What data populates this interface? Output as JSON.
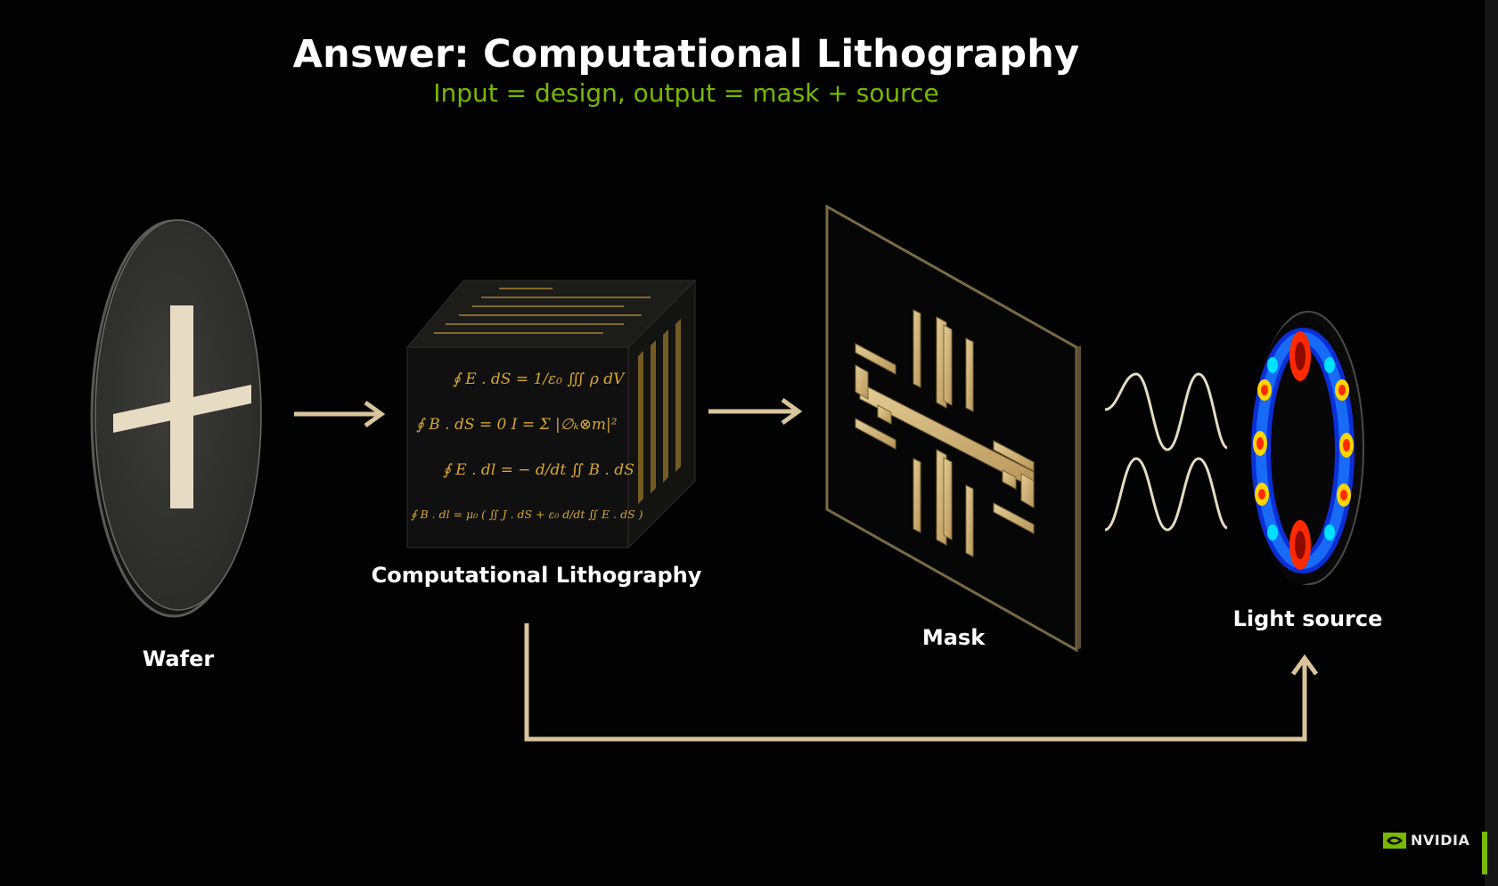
{
  "slide": {
    "title": "Answer: Computational Lithography",
    "subtitle": "Input = design, output = mask + source"
  },
  "nodes": {
    "wafer": "Wafer",
    "cube": "Computational Lithography",
    "mask": "Mask",
    "source": "Light source"
  },
  "cube_equations": [
    "∮ E . dS = 1/ε₀ ∭ ρ dV",
    "∮ B . dS = 0    I = Σ |∅ₖ⊗m|²",
    "∮ E . dl = − d/dt ∬ B . dS",
    "∮ B . dl = μ₀ ( ∬ J . dS + ε₀ d/dt ∬ E . dS )"
  ],
  "logo": {
    "text": "NVIDIA"
  },
  "colors": {
    "background": "#020202",
    "title": "#ffffff",
    "subtitle": "#76b900",
    "arrow": "#d9c49c",
    "feature": "#e6dcc3",
    "equation": "#d8a534"
  }
}
